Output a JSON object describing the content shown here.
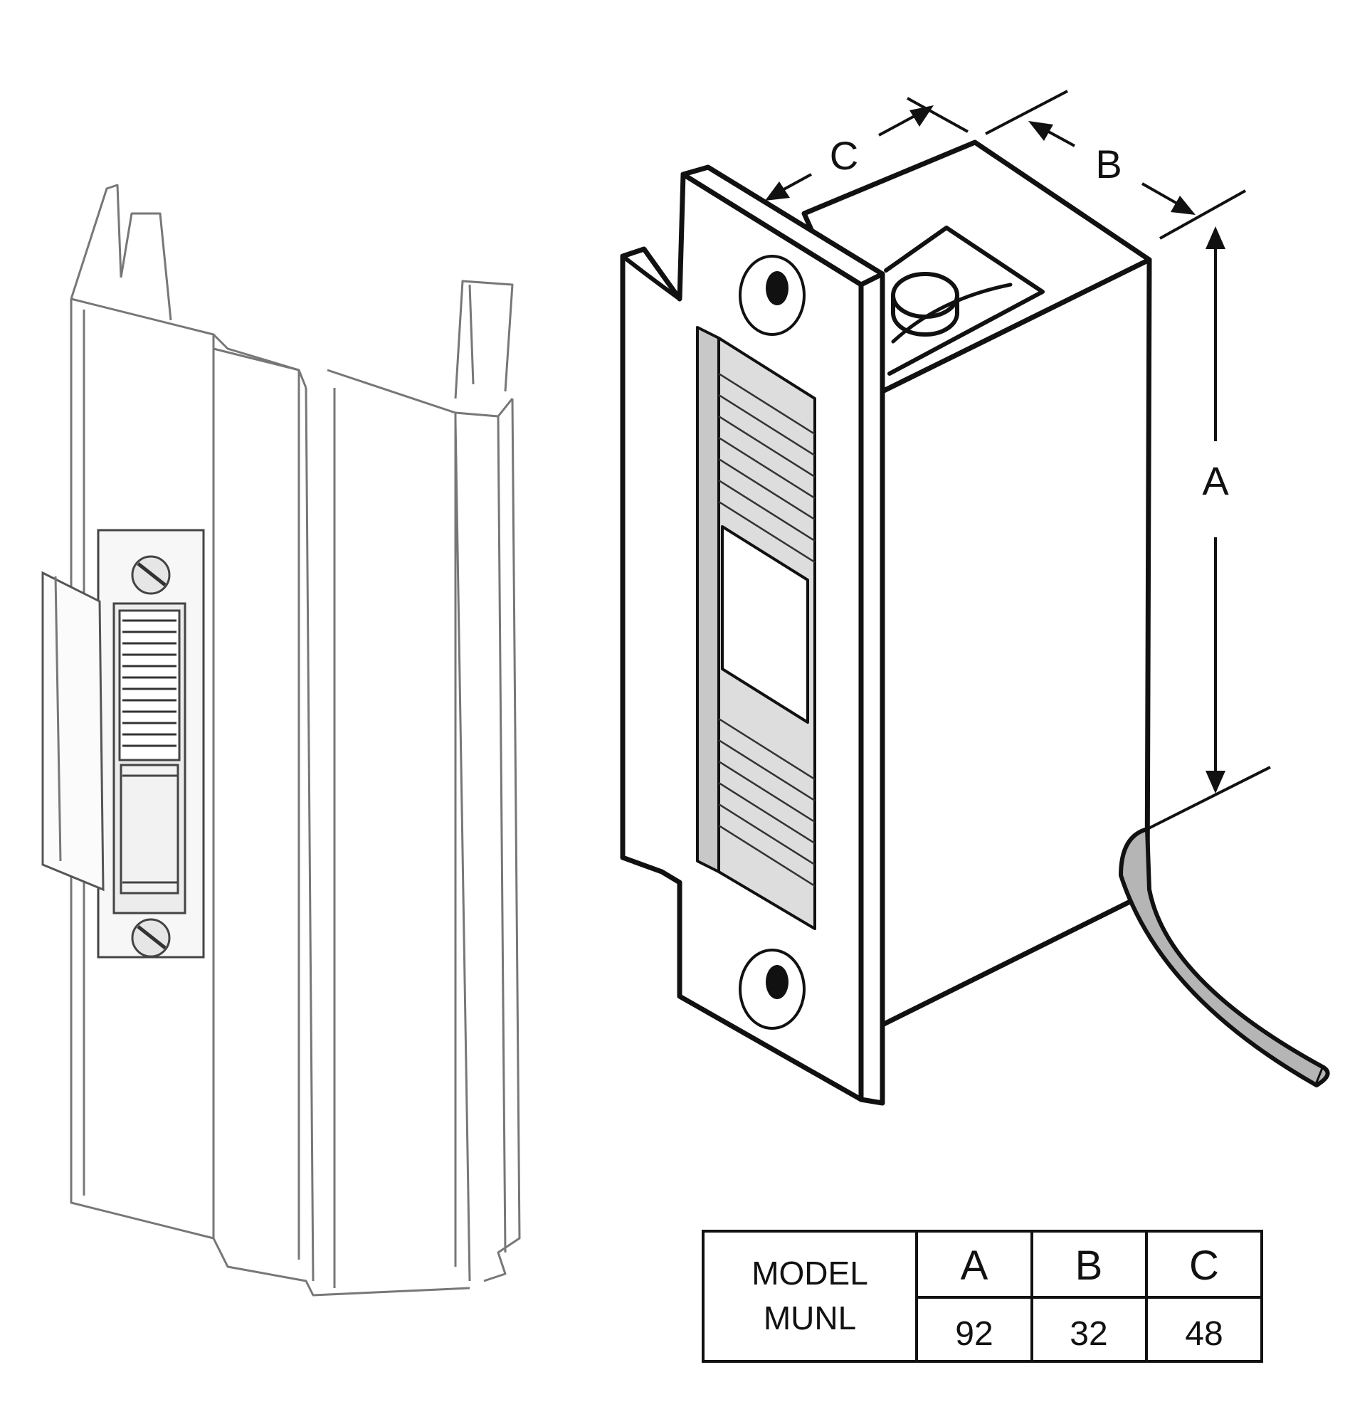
{
  "dimensions": {
    "label_a": "A",
    "label_b": "B",
    "label_c": "C"
  },
  "table": {
    "model_label": "MODEL",
    "model_name": "MUNL",
    "headers": [
      "A",
      "B",
      "C"
    ],
    "values": [
      "92",
      "32",
      "48"
    ]
  },
  "colors": {
    "line": "#111111",
    "faceplate_shade": "#c8c8c8",
    "stripe_fill": "#dddddd",
    "cable": "#b5b5b5"
  }
}
